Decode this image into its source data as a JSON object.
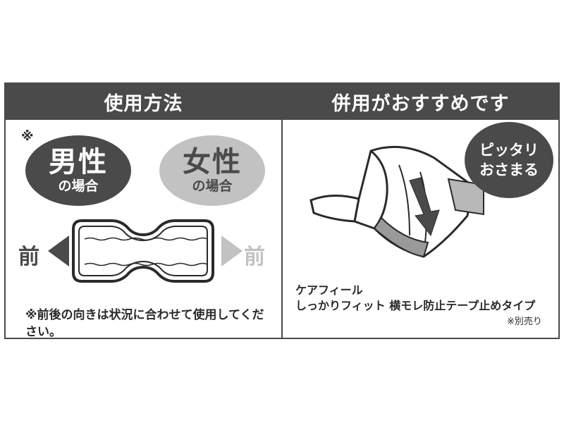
{
  "left_panel": {
    "title": "使用方法",
    "mark": "※",
    "male": {
      "big": "男性",
      "small": "の場合"
    },
    "female": {
      "big": "女性",
      "small": "の場合"
    },
    "front_left": "前",
    "front_right": "前",
    "note": "※前後の向きは状況に合わせて使用してください。"
  },
  "right_panel": {
    "title": "併用がおすすめです",
    "callout_line1": "ピッタリ",
    "callout_line2": "おさまる",
    "product_line1": "ケアフィール",
    "product_line2": "しっかりフィット 横モレ防止テープ止めタイプ",
    "sold_separately": "※別売り"
  },
  "colors": {
    "dark": "#4a4a4a",
    "light": "#c2c2c2"
  }
}
